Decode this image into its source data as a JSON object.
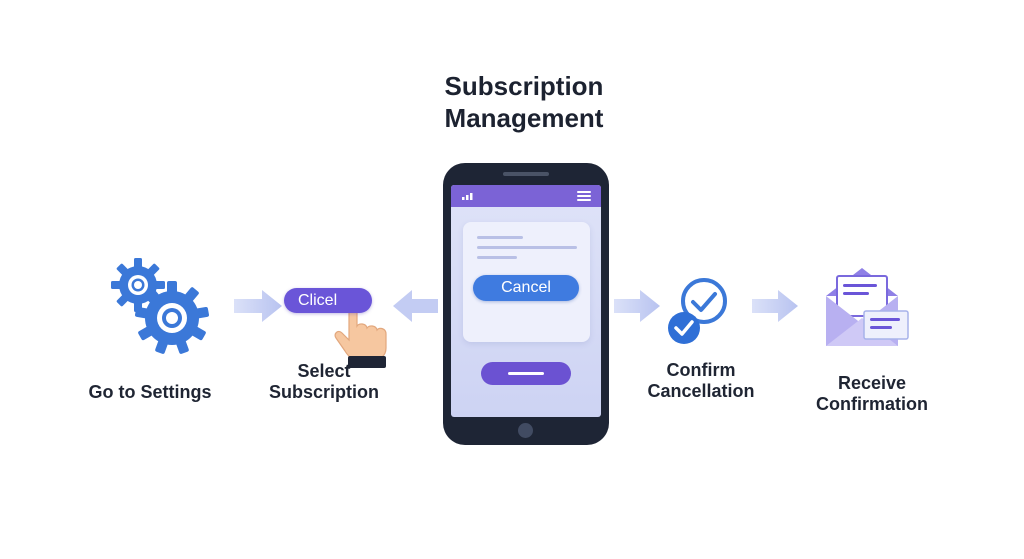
{
  "title": {
    "line1": "Subscription",
    "line2": "Management"
  },
  "steps": [
    {
      "line1": "Go to Settings",
      "icon": "gears-icon"
    },
    {
      "line1": "Select",
      "line2": "Subscription",
      "icon": "pointing-hand-icon"
    },
    {
      "line1": "Confirm",
      "line2": "Cancellation",
      "icon": "double-checkmark-icon"
    },
    {
      "line1": "Receive",
      "line2": "Confirmation",
      "icon": "envelope-icon"
    }
  ],
  "click_pill_text": "Clicel",
  "phone": {
    "cancel_label": "Cancel"
  },
  "colors": {
    "blue": "#3f7be0",
    "purple": "#6a55d8",
    "arrow": "#c2cbf3",
    "dark": "#1e2535"
  }
}
